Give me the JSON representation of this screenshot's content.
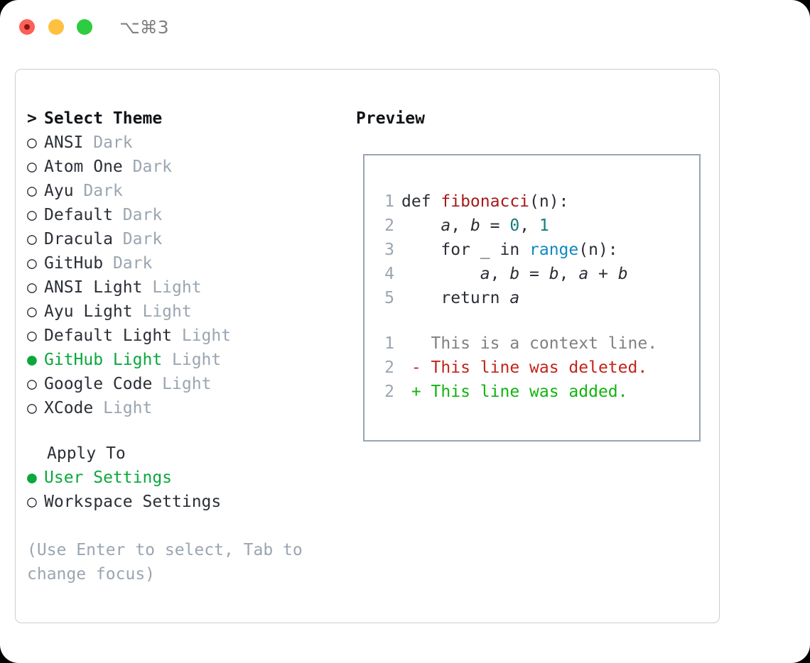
{
  "titlebar": {
    "shortcut": "⌥⌘3",
    "buttons": {
      "close": "close",
      "minimize": "minimize",
      "maximize": "maximize"
    }
  },
  "colors": {
    "accent_green": "#0aa83c",
    "muted": "#9aa5b1",
    "text": "#2b2f36",
    "diff_added": "#11b411",
    "diff_deleted": "#c2241b"
  },
  "left": {
    "heading": {
      "prompt": ">",
      "label": "Select Theme"
    },
    "markers": {
      "unselected": "○",
      "selected": "●"
    },
    "themes": [
      {
        "marker": "○",
        "name": "ANSI",
        "suffix": "Dark",
        "selected": false
      },
      {
        "marker": "○",
        "name": "Atom One",
        "suffix": "Dark",
        "selected": false
      },
      {
        "marker": "○",
        "name": "Ayu",
        "suffix": "Dark",
        "selected": false
      },
      {
        "marker": "○",
        "name": "Default",
        "suffix": "Dark",
        "selected": false
      },
      {
        "marker": "○",
        "name": "Dracula",
        "suffix": "Dark",
        "selected": false
      },
      {
        "marker": "○",
        "name": "GitHub",
        "suffix": "Dark",
        "selected": false
      },
      {
        "marker": "○",
        "name": "ANSI Light",
        "suffix": "Light",
        "selected": false
      },
      {
        "marker": "○",
        "name": "Ayu Light",
        "suffix": "Light",
        "selected": false
      },
      {
        "marker": "○",
        "name": "Default Light",
        "suffix": "Light",
        "selected": false
      },
      {
        "marker": "●",
        "name": "GitHub Light",
        "suffix": "Light",
        "selected": true
      },
      {
        "marker": "○",
        "name": "Google Code",
        "suffix": "Light",
        "selected": false
      },
      {
        "marker": "○",
        "name": "XCode",
        "suffix": "Light",
        "selected": false
      }
    ],
    "apply_to": {
      "label": "Apply To",
      "options": [
        {
          "marker": "●",
          "name": "User Settings",
          "selected": true
        },
        {
          "marker": "○",
          "name": "Workspace Settings",
          "selected": false
        }
      ]
    },
    "hint": "(Use Enter to select, Tab to change focus)"
  },
  "right": {
    "title": "Preview",
    "code_lines": [
      {
        "n": "1",
        "tokens": [
          {
            "t": "def ",
            "c": "kw"
          },
          {
            "t": "fibonacci",
            "c": "fn"
          },
          {
            "t": "(n):",
            "c": "kw"
          }
        ]
      },
      {
        "n": "2",
        "tokens": [
          {
            "t": "    ",
            "c": "kw"
          },
          {
            "t": "a",
            "c": "var"
          },
          {
            "t": ", ",
            "c": "kw"
          },
          {
            "t": "b",
            "c": "var"
          },
          {
            "t": " = ",
            "c": "kw"
          },
          {
            "t": "0",
            "c": "num"
          },
          {
            "t": ", ",
            "c": "kw"
          },
          {
            "t": "1",
            "c": "num"
          }
        ]
      },
      {
        "n": "3",
        "tokens": [
          {
            "t": "    for _ in ",
            "c": "kw"
          },
          {
            "t": "range",
            "c": "builtin"
          },
          {
            "t": "(n):",
            "c": "kw"
          }
        ]
      },
      {
        "n": "4",
        "tokens": [
          {
            "t": "        ",
            "c": "kw"
          },
          {
            "t": "a",
            "c": "var"
          },
          {
            "t": ", ",
            "c": "kw"
          },
          {
            "t": "b",
            "c": "var"
          },
          {
            "t": " = ",
            "c": "kw"
          },
          {
            "t": "b",
            "c": "var"
          },
          {
            "t": ", ",
            "c": "kw"
          },
          {
            "t": "a",
            "c": "var"
          },
          {
            "t": " + ",
            "c": "kw"
          },
          {
            "t": "b",
            "c": "var"
          }
        ]
      },
      {
        "n": "5",
        "tokens": [
          {
            "t": "    return ",
            "c": "kw"
          },
          {
            "t": "a",
            "c": "var"
          }
        ]
      }
    ],
    "diff_lines": [
      {
        "n": "1",
        "sign": " ",
        "text": " This is a context line.",
        "kind": "d-ctx"
      },
      {
        "n": "2",
        "sign": "-",
        "text": " This line was deleted.",
        "kind": "d-del"
      },
      {
        "n": "2",
        "sign": "+",
        "text": " This line was added.",
        "kind": "d-add"
      }
    ]
  }
}
